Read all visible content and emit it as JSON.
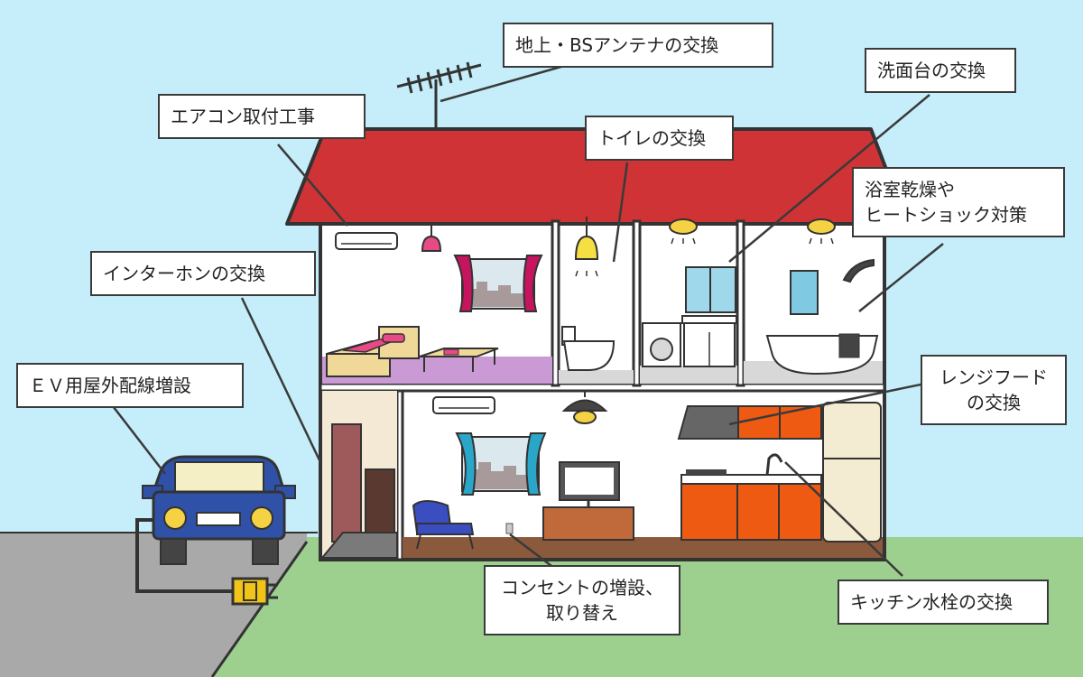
{
  "labels": {
    "antenna": "地上・BSアンテナの交換",
    "washbasin": "洗面台の交換",
    "aircon": "エアコン取付工事",
    "toilet": "トイレの交換",
    "bathroom_line1": "浴室乾燥や",
    "bathroom_line2": "ヒートショック対策",
    "intercom": "インターホンの交換",
    "ev": "ＥＶ用屋外配線増設",
    "rangehood_line1": "レンジフード",
    "rangehood_line2": "の交換",
    "outlet_line1": "コンセントの増設、",
    "outlet_line2": "取り替え",
    "faucet": "キッチン水栓の交換"
  },
  "colors": {
    "sky": "#c5eefa",
    "roof": "#cf3336",
    "road": "#a9a9a9",
    "grass": "#9dd08f",
    "floor_wood": "#8b5a3c",
    "bedroom_floor": "#c99ad3",
    "car": "#2f52a8",
    "cabinet": "#ee5a12",
    "plug": "#f2c418"
  }
}
